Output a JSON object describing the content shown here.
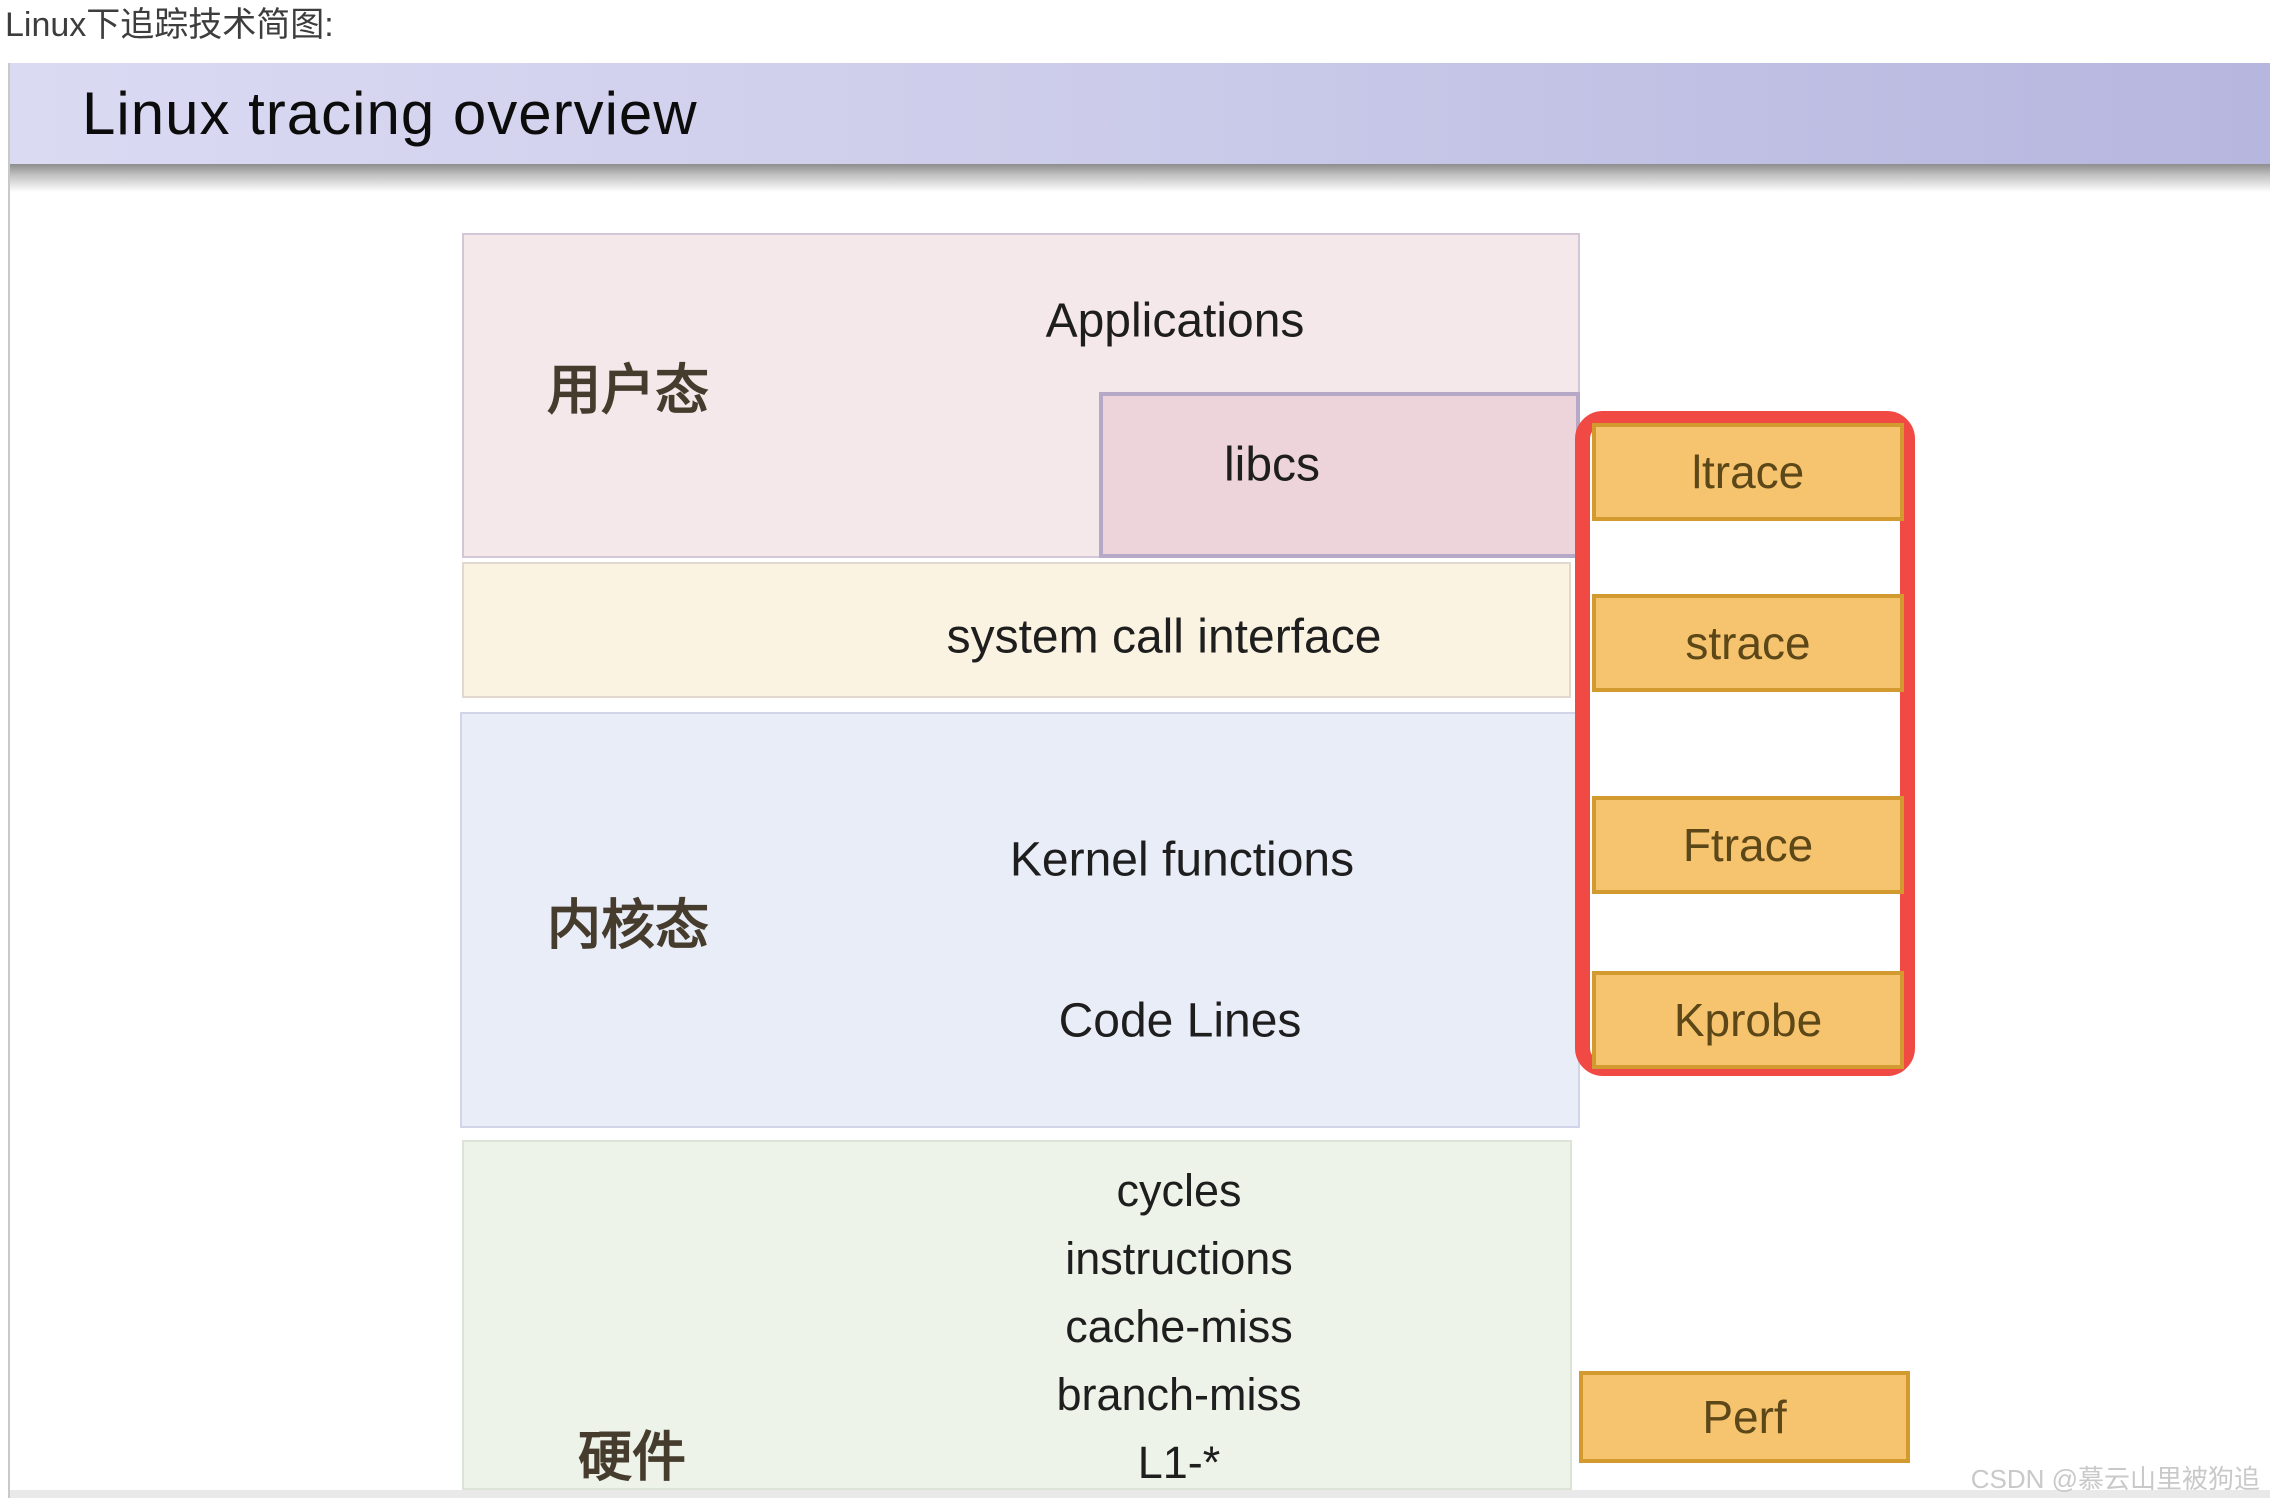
{
  "page_title": "Linux下追踪技术简图:",
  "slide": {
    "title": "Linux tracing overview",
    "layers": {
      "user_mode": {
        "zone_label": "用户态",
        "applications": "Applications",
        "libcs": "libcs"
      },
      "syscall": {
        "label": "system call interface"
      },
      "kernel_mode": {
        "zone_label": "内核态",
        "kernel_functions": "Kernel functions",
        "code_lines": "Code Lines"
      },
      "hardware": {
        "zone_label": "硬件",
        "counters": [
          "cycles",
          "instructions",
          "cache-miss",
          "branch-miss",
          "L1-*"
        ]
      }
    },
    "tools": {
      "ltrace": "ltrace",
      "strace": "strace",
      "ftrace": "Ftrace",
      "kprobe": "Kprobe",
      "perf": "Perf"
    }
  },
  "watermark": "CSDN @慕云山里被狗追",
  "colors": {
    "header_bg_left": "#dadaf3",
    "header_bg_right": "#b6b6df",
    "user_box": "#f5e8ea",
    "libcs_box": "#ecd4da",
    "syscall_box": "#faf3e2",
    "kernel_box": "#e9edf8",
    "hardware_box": "#edf3e9",
    "tool_box_fill": "#f6c46e",
    "tool_box_border": "#d39a2f",
    "highlight_border": "#f14944",
    "zone_label_text": "#463c2e",
    "watermark_text": "#c9c9c9"
  }
}
